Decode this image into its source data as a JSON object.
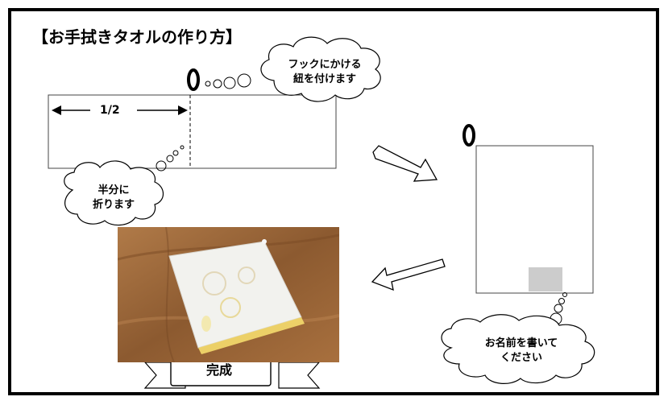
{
  "title": "【お手拭きタオルの作り方】",
  "measure_label": "1/2",
  "clouds": {
    "hook": [
      "フックにかける",
      "紐を付けます"
    ],
    "fold": [
      "半分に",
      "折ります"
    ],
    "name": [
      "お名前を書いて",
      "ください"
    ]
  },
  "banner_label": "完成",
  "photo_description_icon": "towel-photo",
  "colors": {
    "border": "#000000",
    "name_box": "#cccccc",
    "tape": "#f0d66a"
  }
}
